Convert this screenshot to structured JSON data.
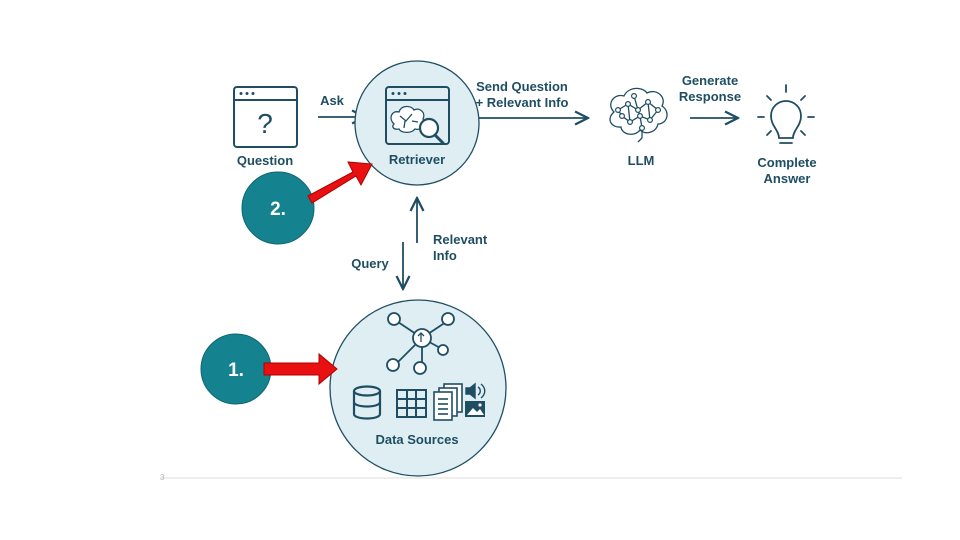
{
  "nodes": {
    "question": "Question",
    "retriever": "Retriever",
    "llm": "LLM",
    "answer_line1": "Complete",
    "answer_line2": "Answer",
    "data_sources": "Data Sources"
  },
  "edges": {
    "ask": "Ask",
    "send_line1": "Send Question",
    "send_line2": "+ Relevant Info",
    "generate_line1": "Generate",
    "generate_line2": "Response",
    "query": "Query",
    "relevant_line1": "Relevant",
    "relevant_line2": "Info"
  },
  "icons": {
    "question_glyph": "?"
  },
  "badges": {
    "step1": "1.",
    "step2": "2."
  },
  "footer": {
    "slide_number": "3"
  },
  "colors": {
    "navy": "#1f4e63",
    "circle_fill": "#deeef3",
    "badge": "#15838f",
    "arrow_red": "#e81010"
  }
}
